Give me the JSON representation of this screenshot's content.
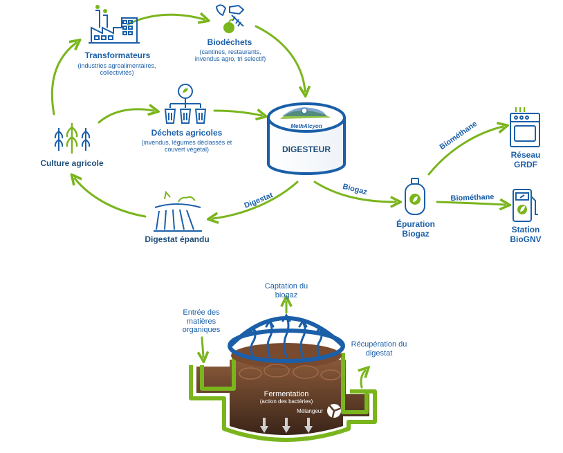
{
  "cycle": {
    "transformateurs": {
      "title": "Transformateurs",
      "sub": "(industries agroalimentaires, collectivités)"
    },
    "biodechets": {
      "title": "Biodéchets",
      "sub": "(cantines, restaurants, invendus agro, tri selectif)"
    },
    "dechets_agricoles": {
      "title": "Déchets agricoles",
      "sub": "(invendus, légumes déclassés et couvert végétal)"
    },
    "culture": {
      "title": "Culture agricole"
    },
    "digesteur": {
      "title": "DIGESTEUR",
      "logo": "MethAlcyon"
    },
    "digestat_epandu": {
      "title": "Digestat épandu"
    },
    "arrow_digestat": "Digestat",
    "arrow_biogaz": "Biogaz",
    "epuration": {
      "title": "Épuration Biogaz"
    },
    "arrow_biomethane_1": "Biométhane",
    "arrow_biomethane_2": "Biométhane",
    "reseau": {
      "title": "Réseau GRDF"
    },
    "station": {
      "title": "Station BioGNV"
    }
  },
  "tank": {
    "entree": "Entrée des matières organiques",
    "captation": "Captation du biogaz",
    "recuperation": "Récupération du digestat",
    "fermentation": "Fermentation",
    "fermentation_sub": "(action des bactéries)",
    "melangeur": "Mélangeur"
  },
  "colors": {
    "green": "#7ab51d",
    "blue": "#1b5fa8",
    "dark_blue": "#1f4e79",
    "brown": "#5a3a22"
  }
}
